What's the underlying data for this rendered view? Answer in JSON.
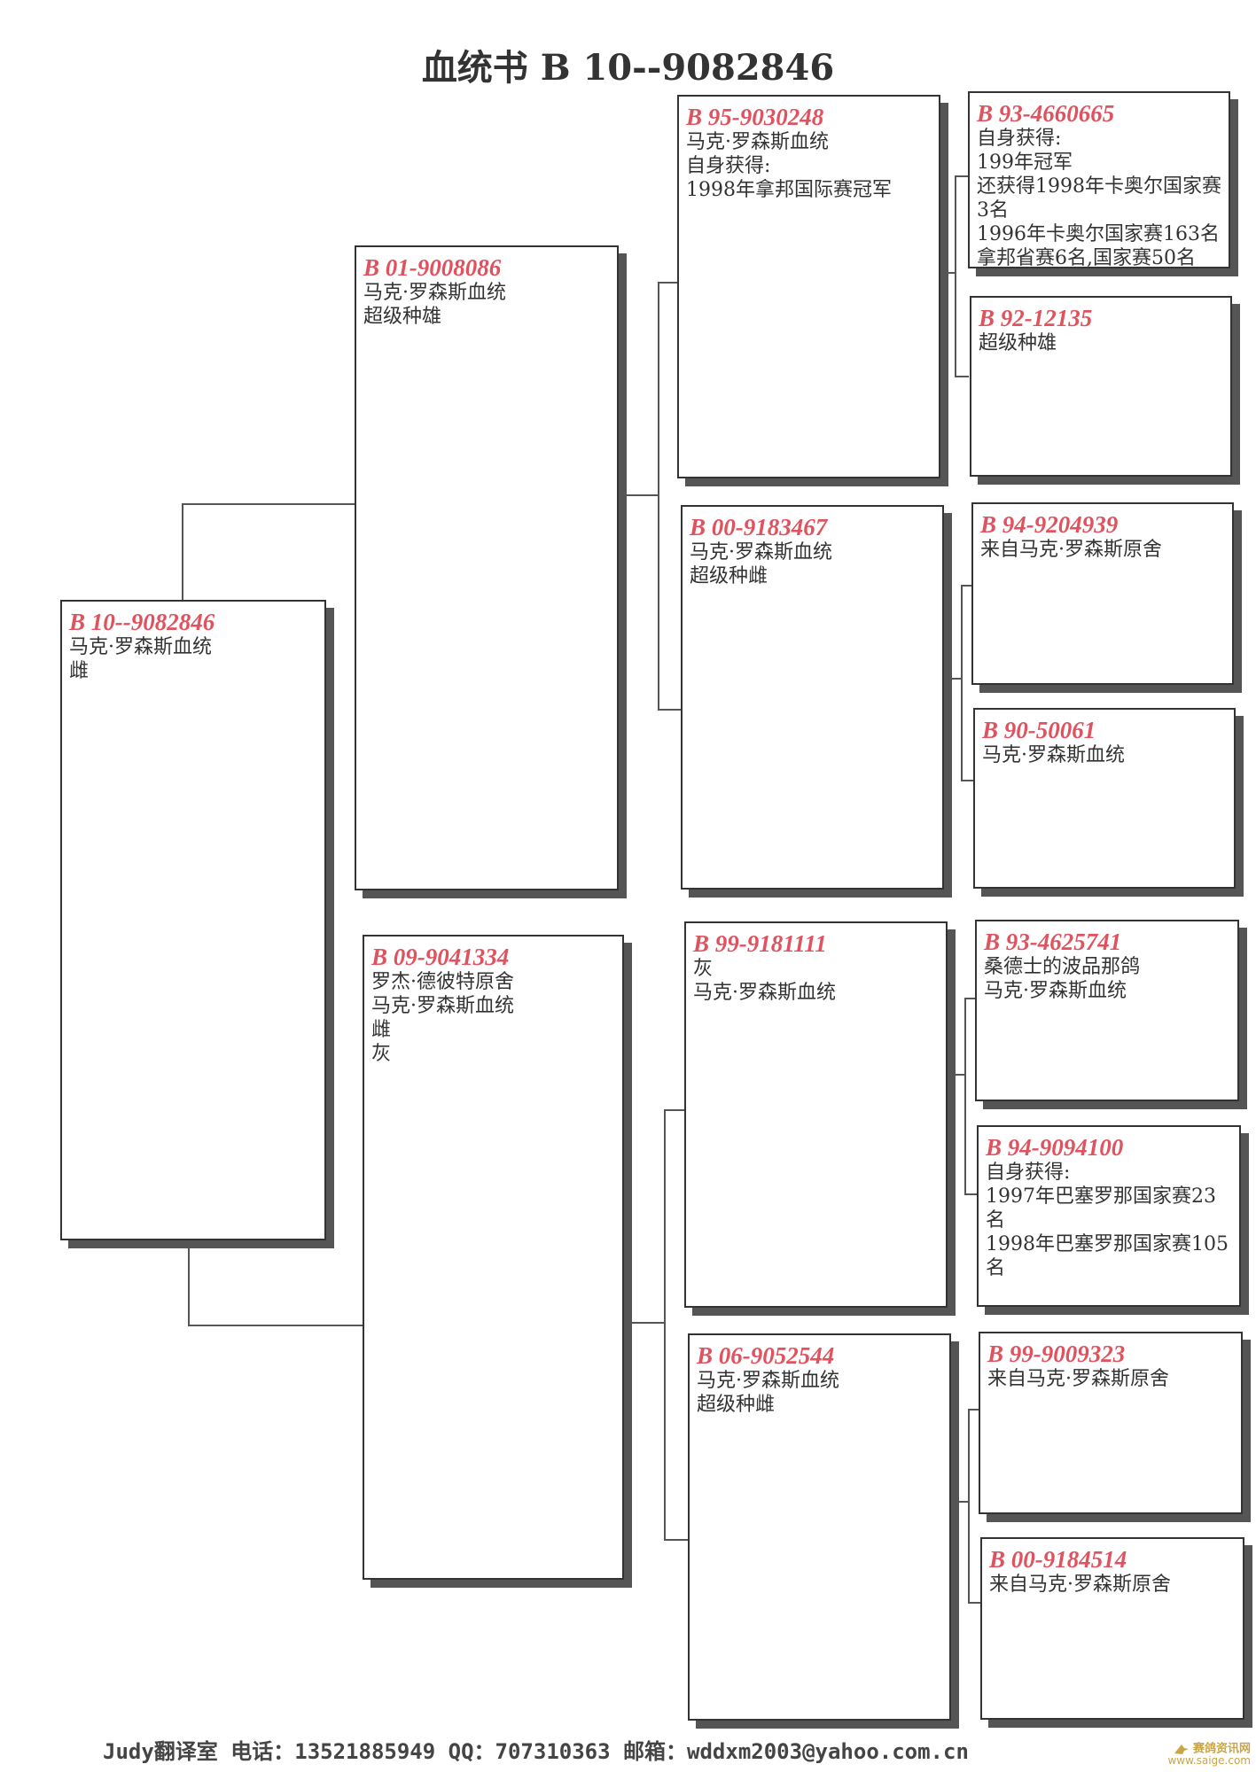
{
  "title": "血统书  B 10--9082846",
  "subject": {
    "ring": "B 10--9082846",
    "lines": [
      "马克·罗森斯血统",
      "雌"
    ]
  },
  "sire": {
    "ring": "B 01-9008086",
    "lines": [
      "马克·罗森斯血统",
      "超级种雄"
    ]
  },
  "dam": {
    "ring": "B 09-9041334",
    "lines": [
      "罗杰·德彼特原舍",
      "马克·罗森斯血统",
      "雌",
      "灰"
    ]
  },
  "gen2": [
    {
      "ring": "B 95-9030248",
      "lines": [
        "马克·罗森斯血统",
        "自身获得:",
        "1998年拿邦国际赛冠军"
      ]
    },
    {
      "ring": "B 00-9183467",
      "lines": [
        "马克·罗森斯血统",
        "超级种雌"
      ]
    },
    {
      "ring": "B 99-9181111",
      "lines": [
        "灰",
        "马克·罗森斯血统"
      ]
    },
    {
      "ring": "B 06-9052544",
      "lines": [
        "马克·罗森斯血统",
        "超级种雌"
      ]
    }
  ],
  "gen3": [
    {
      "ring": "B 93-4660665",
      "lines": [
        "自身获得:",
        "199年冠军",
        "还获得1998年卡奥尔国家赛3名",
        "1996年卡奥尔国家赛163名",
        "拿邦省赛6名,国家赛50名"
      ]
    },
    {
      "ring": "B 92-12135",
      "lines": [
        "超级种雄"
      ]
    },
    {
      "ring": "B 94-9204939",
      "lines": [
        "来自马克·罗森斯原舍"
      ]
    },
    {
      "ring": "B 90-50061",
      "lines": [
        "马克·罗森斯血统"
      ]
    },
    {
      "ring": "B 93-4625741",
      "lines": [
        "桑德士的波品那鸽",
        "马克·罗森斯血统"
      ]
    },
    {
      "ring": "B 94-9094100",
      "lines": [
        "自身获得:",
        "1997年巴塞罗那国家赛23名",
        "1998年巴塞罗那国家赛105名"
      ]
    },
    {
      "ring": "B 99-9009323",
      "lines": [
        "来自马克·罗森斯原舍"
      ]
    },
    {
      "ring": "B 00-9184514",
      "lines": [
        "来自马克·罗森斯原舍"
      ]
    }
  ],
  "footer": "Judy翻译室 电话：13521885949 QQ：707310363 邮箱：wddxm2003@yahoo.com.cn",
  "watermark": {
    "name": "赛鸽资讯网",
    "url": "www.saige.com"
  }
}
